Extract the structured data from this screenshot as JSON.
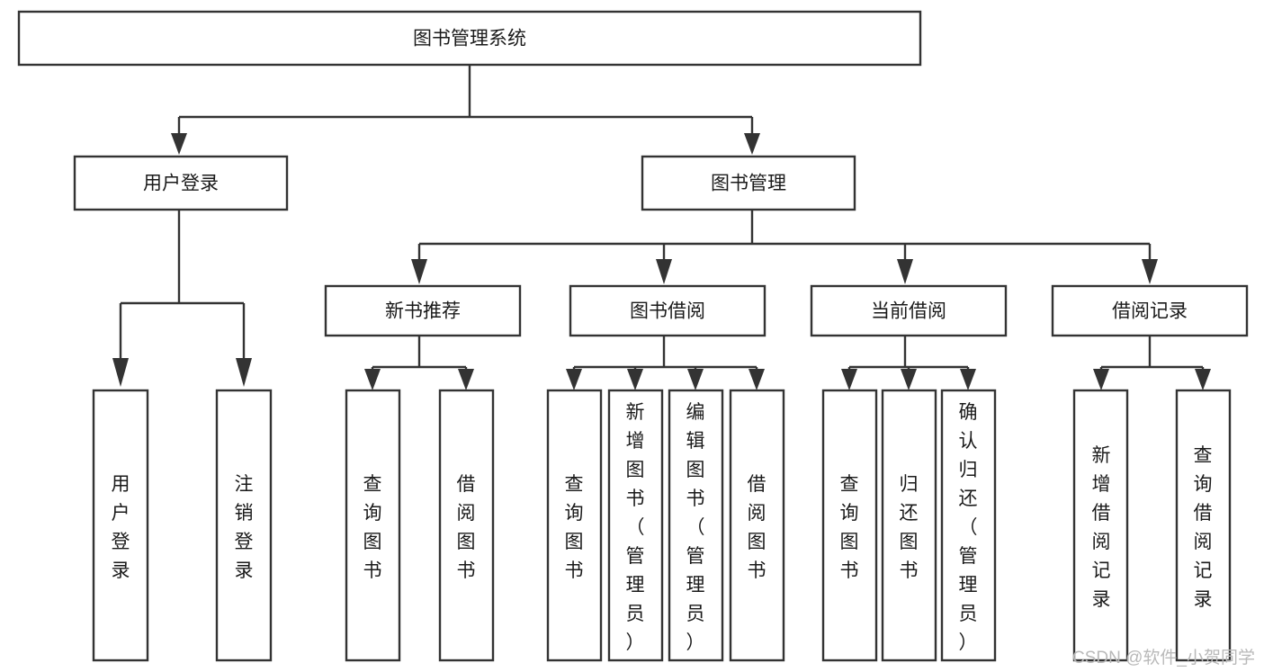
{
  "diagram": {
    "type": "tree",
    "title": "图书管理系统",
    "root": {
      "id": "root",
      "label": "图书管理系统",
      "orientation": "horizontal"
    },
    "level2": [
      {
        "id": "user-login",
        "label": "用户登录",
        "orientation": "horizontal"
      },
      {
        "id": "book-manage",
        "label": "图书管理",
        "orientation": "horizontal"
      }
    ],
    "level3": [
      {
        "id": "new-book-recommend",
        "label": "新书推荐",
        "orientation": "horizontal",
        "parent": "book-manage"
      },
      {
        "id": "book-borrow",
        "label": "图书借阅",
        "orientation": "horizontal",
        "parent": "book-manage"
      },
      {
        "id": "current-borrow",
        "label": "当前借阅",
        "orientation": "horizontal",
        "parent": "book-manage"
      },
      {
        "id": "borrow-record",
        "label": "借阅记录",
        "orientation": "horizontal",
        "parent": "book-manage"
      }
    ],
    "leaves": [
      {
        "id": "leaf-user-login",
        "label": "用户登录",
        "orientation": "vertical",
        "parent": "user-login"
      },
      {
        "id": "leaf-user-logout",
        "label": "注销登录",
        "orientation": "vertical",
        "parent": "user-login"
      },
      {
        "id": "leaf-query-book-1",
        "label": "查询图书",
        "orientation": "vertical",
        "parent": "new-book-recommend"
      },
      {
        "id": "leaf-borrow-book-1",
        "label": "借阅图书",
        "orientation": "vertical",
        "parent": "new-book-recommend"
      },
      {
        "id": "leaf-query-book-2",
        "label": "查询图书",
        "orientation": "vertical",
        "parent": "book-borrow"
      },
      {
        "id": "leaf-add-book",
        "label": "新增图书（管理员）",
        "orientation": "vertical",
        "parent": "book-borrow"
      },
      {
        "id": "leaf-edit-book",
        "label": "编辑图书（管理员）",
        "orientation": "vertical",
        "parent": "book-borrow"
      },
      {
        "id": "leaf-borrow-book-2",
        "label": "借阅图书",
        "orientation": "vertical",
        "parent": "book-borrow"
      },
      {
        "id": "leaf-query-book-3",
        "label": "查询图书",
        "orientation": "vertical",
        "parent": "current-borrow"
      },
      {
        "id": "leaf-return-book",
        "label": "归还图书",
        "orientation": "vertical",
        "parent": "current-borrow"
      },
      {
        "id": "leaf-confirm-return",
        "label": "确认归还（管理员）",
        "orientation": "vertical",
        "parent": "current-borrow"
      },
      {
        "id": "leaf-add-record",
        "label": "新增借阅记录",
        "orientation": "vertical",
        "parent": "borrow-record"
      },
      {
        "id": "leaf-query-record",
        "label": "查询借阅记录",
        "orientation": "vertical",
        "parent": "borrow-record"
      }
    ],
    "colors": {
      "box_fill": "#ffffff",
      "box_stroke": "#333333",
      "text": "#1a1a1a",
      "background": "#ffffff",
      "watermark": "#b9b9b9"
    }
  },
  "watermark": {
    "text": "CSDN @软件_小贺同学"
  }
}
